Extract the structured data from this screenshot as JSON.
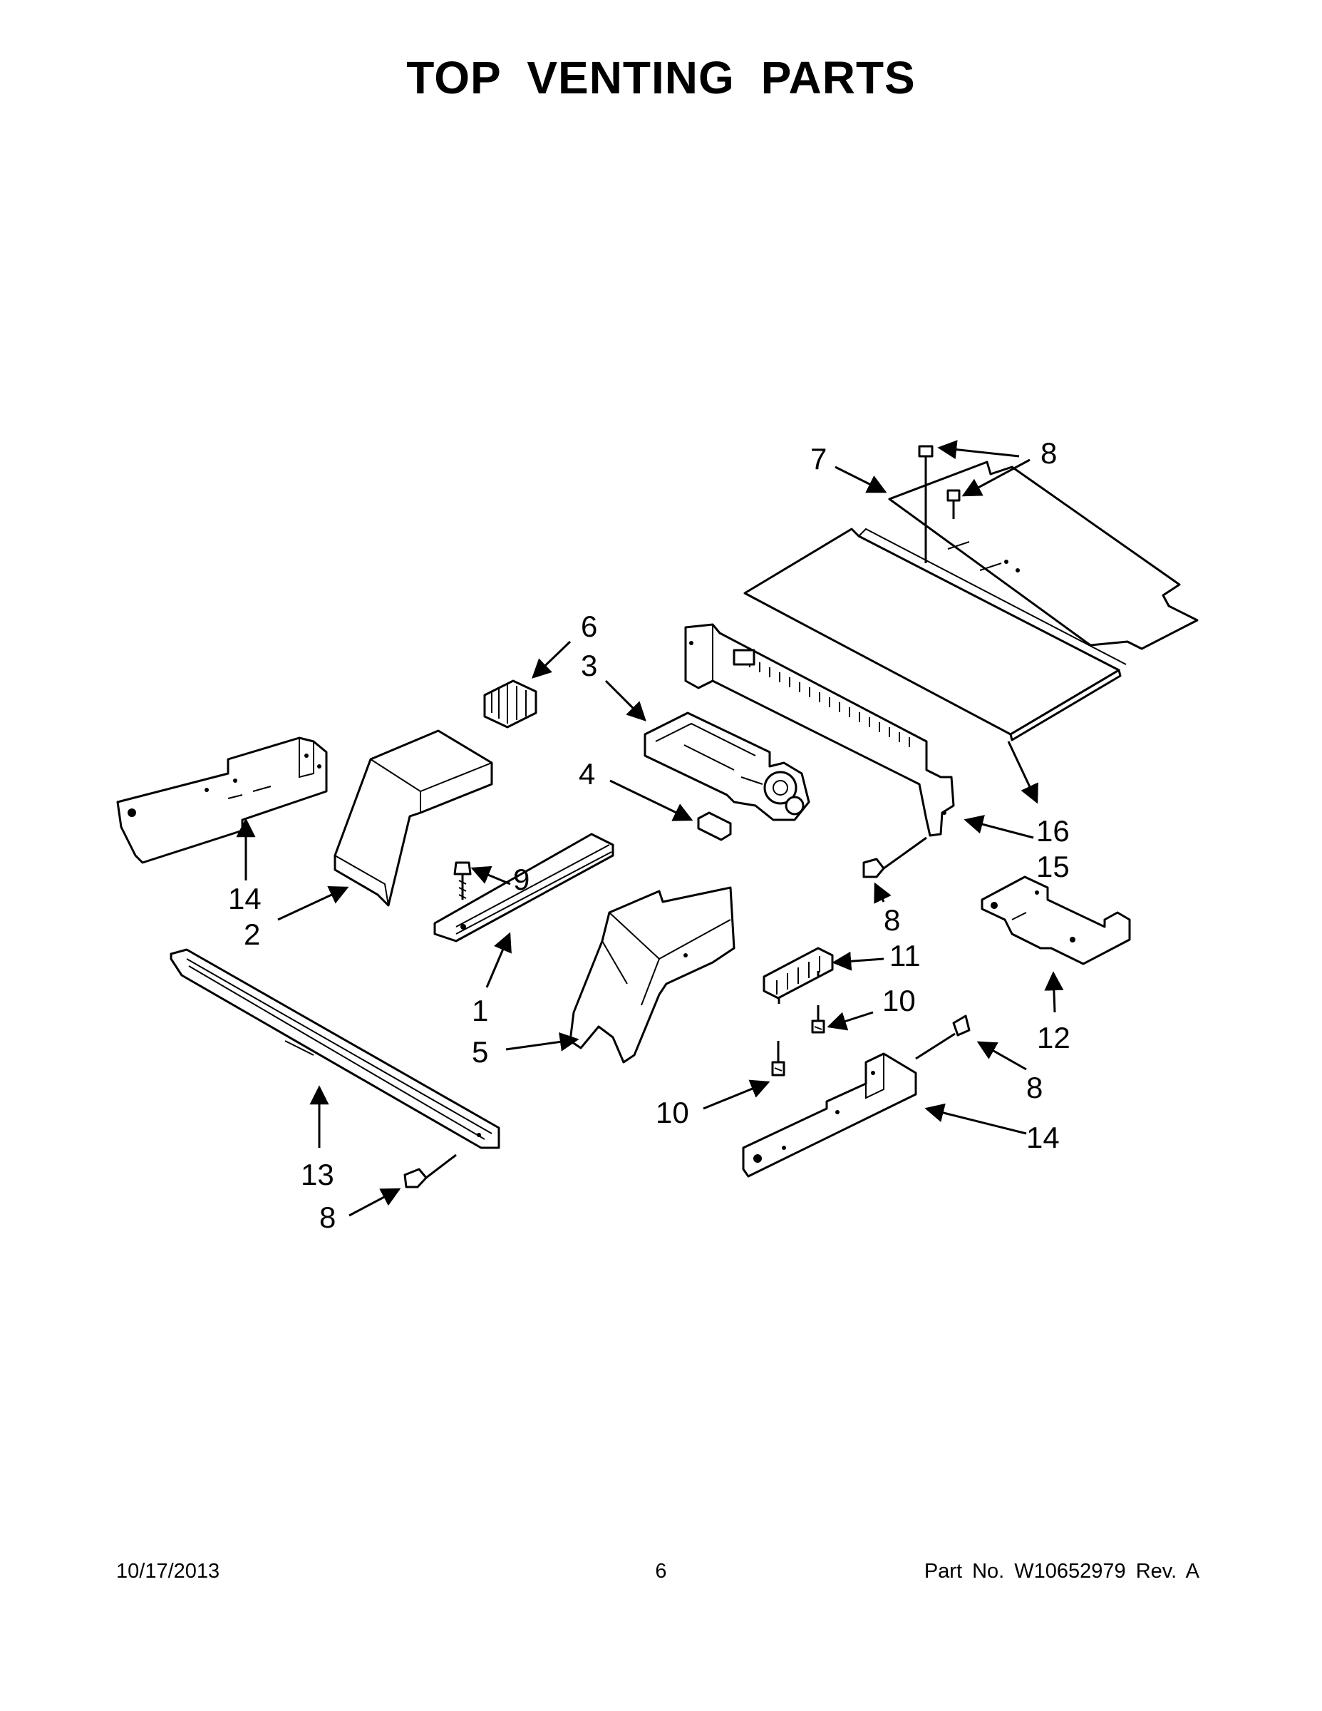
{
  "title": "TOP VENTING PARTS",
  "footer": {
    "date": "10/17/2013",
    "page": "6",
    "part_number": "Part No.  W10652979  Rev.  A"
  },
  "callouts": {
    "c1": "1",
    "c2": "2",
    "c3": "3",
    "c4": "4",
    "c5": "5",
    "c6": "6",
    "c7": "7",
    "c8_top": "8",
    "c8_mid": "8",
    "c8_right": "8",
    "c8_left": "8",
    "c9": "9",
    "c10_upper": "10",
    "c10_lower": "10",
    "c11": "11",
    "c12": "12",
    "c13": "13",
    "c14_left": "14",
    "c14_right": "14",
    "c15": "15",
    "c16": "16"
  }
}
